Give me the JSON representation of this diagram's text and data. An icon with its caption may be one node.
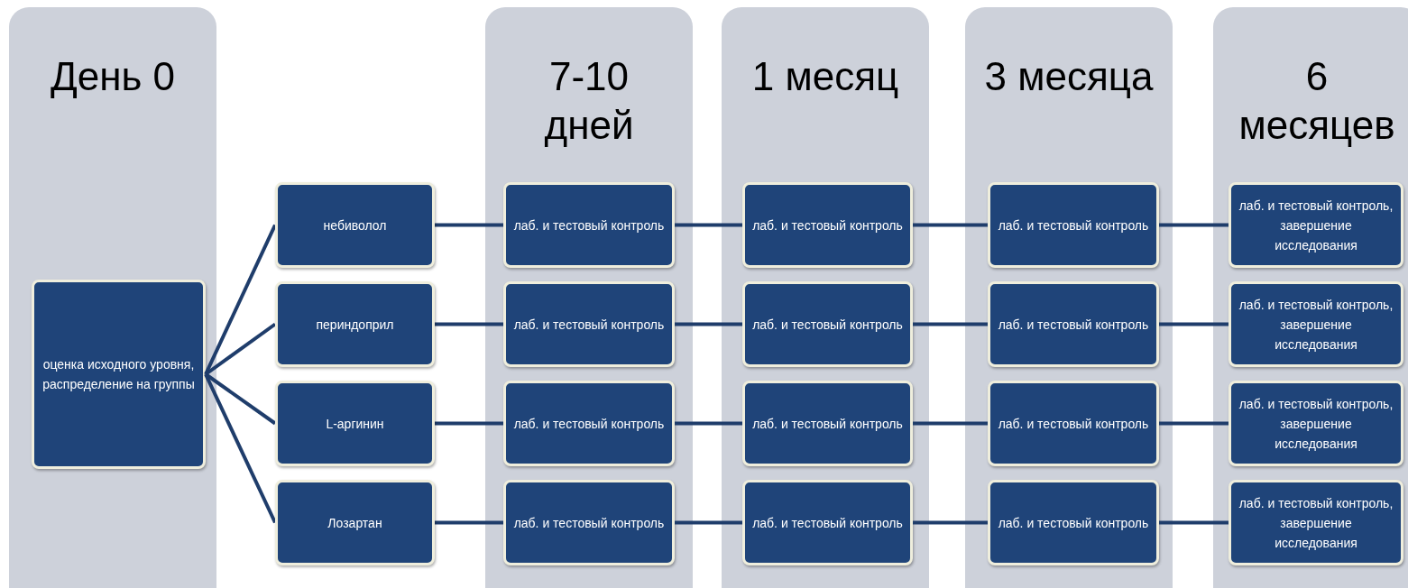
{
  "diagram": {
    "nodes": [
      {
        "text": [
          "День 0"
        ]
      },
      {
        "text": [
          "оценка исходного уровня, распределение на группы"
        ],
        "in": 0
      },
      {
        "text": [
          "небиволол"
        ]
      },
      {
        "text": [
          "периндоприл"
        ]
      },
      {
        "text": [
          "L-аргинин"
        ]
      },
      {
        "text": [
          "Лозартан"
        ]
      },
      {
        "text": [
          "7-10 дней"
        ]
      },
      {
        "text": [
          "лаб. и тестовый контроль"
        ],
        "in": 6
      },
      {
        "text": [
          "лаб. и тестовый контроль"
        ],
        "in": 6
      },
      {
        "text": [
          "лаб. и тестовый контроль"
        ],
        "in": 6
      },
      {
        "text": [
          "лаб. и тестовый контроль"
        ],
        "in": 6
      },
      {
        "text": [
          "1 месяц"
        ]
      },
      {
        "text": [
          "лаб. и тестовый контроль"
        ],
        "in": 11
      },
      {
        "text": [
          "лаб. и тестовый контроль"
        ],
        "in": 11
      },
      {
        "text": [
          "лаб. и тестовый контроль"
        ],
        "in": 11
      },
      {
        "text": [
          "лаб. и тестовый контроль"
        ],
        "in": 11
      },
      {
        "text": [
          "3 месяца"
        ]
      },
      {
        "text": [
          "лаб. и тестовый контроль"
        ],
        "in": 16
      },
      {
        "text": [
          "лаб. и тестовый контроль"
        ],
        "in": 16
      },
      {
        "text": [
          "лаб. и тестовый контроль"
        ],
        "in": 16
      },
      {
        "text": [
          "лаб. и тестовый контроль"
        ],
        "in": 16
      },
      {
        "text": [
          "6 месяцев"
        ]
      },
      {
        "text": [
          "лаб. и тестовый контроль, завершение исследования"
        ],
        "in": 21
      },
      {
        "text": [
          "лаб. и тестовый контроль, завершение исследования"
        ],
        "in": 21
      },
      {
        "text": [
          "лаб. и тестовый контроль, завершение исследования"
        ],
        "in": 21
      },
      {
        "text": [
          "лаб. и тестовый контроль, завершение исследования"
        ],
        "in": 21
      }
    ],
    "edges": [
      {
        "from": 1,
        "to": 2,
        "arrow": "none"
      },
      {
        "from": 1,
        "to": 3,
        "arrow": "none"
      },
      {
        "from": 1,
        "to": 4,
        "arrow": "none"
      },
      {
        "from": 1,
        "to": 5,
        "arrow": "none"
      },
      {
        "from": 2,
        "to": 7,
        "arrow": "none"
      },
      {
        "from": 3,
        "to": 8,
        "arrow": "none"
      },
      {
        "from": 4,
        "to": 9,
        "arrow": "none"
      },
      {
        "from": 5,
        "to": 10,
        "arrow": "none"
      },
      {
        "from": 7,
        "to": 12,
        "arrow": "none"
      },
      {
        "from": 8,
        "to": 13,
        "arrow": "none"
      },
      {
        "from": 9,
        "to": 14,
        "arrow": "none"
      },
      {
        "from": 10,
        "to": 15,
        "arrow": "none"
      },
      {
        "from": 12,
        "to": 17,
        "arrow": "none"
      },
      {
        "from": 13,
        "to": 18,
        "arrow": "none"
      },
      {
        "from": 14,
        "to": 19,
        "arrow": "none"
      },
      {
        "from": 15,
        "to": 20,
        "arrow": "none"
      },
      {
        "from": 17,
        "to": 22,
        "arrow": "none"
      },
      {
        "from": 18,
        "to": 23,
        "arrow": "none"
      },
      {
        "from": 19,
        "to": 24,
        "arrow": "none"
      },
      {
        "from": 20,
        "to": 25,
        "arrow": "none"
      }
    ]
  }
}
